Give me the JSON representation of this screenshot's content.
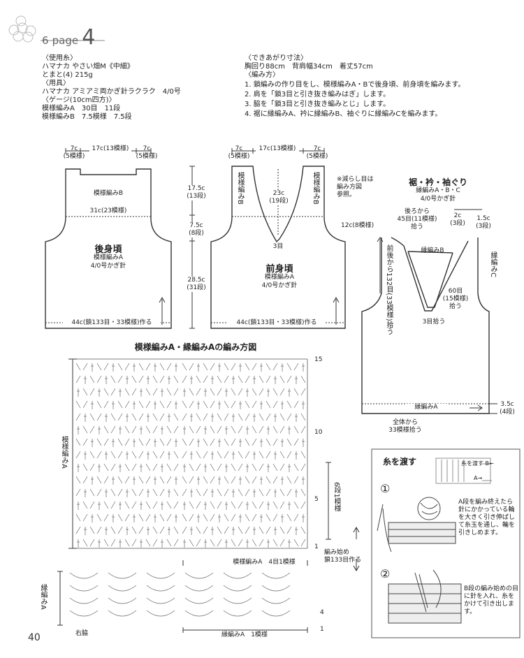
{
  "header": {
    "page_label": "page",
    "page_num_small": "6",
    "page_num_big": "4"
  },
  "materials": {
    "label_yarn": "〈使用糸〉",
    "yarn_name": "ハマナカ やさい畑M《中細》",
    "yarn_color": "とまと(4) 215g",
    "label_tool": "〈用具〉",
    "tool": "ハマナカ アミアミ両かぎ針ラクラク　4/0号",
    "label_gauge": "〈ゲージ(10cm四方)〉",
    "gauge_a": "模様編みA　30目　11段",
    "gauge_b": "模様編みB　7.5模様　7.5段"
  },
  "finish": {
    "label_size": "〈できあがり寸法〉",
    "size": "胸回り88cm　背肩幅34cm　着丈57cm",
    "label_method": "〈編み方〉",
    "steps": [
      "1. 鎖編みの作り目をし、模様編みA・Bで後身頃、前身頃を編みます。",
      "2. 肩を「鎖3目と引き抜き編みはぎ」します。",
      "3. 脇を「鎖3目と引き抜き編みとじ」します。",
      "4. 裾に縁編みA、衿に縁編みB、袖ぐりに縁編みCを編みます。"
    ]
  },
  "back": {
    "dim_left": "7c\n(5模様)",
    "dim_mid": "17c(13模様)",
    "dim_right": "7c\n(5模様)",
    "pattern_b": "模様編みB",
    "width_31": "31c(23模様)",
    "title": "後身頃",
    "pattern_a": "模様編みA",
    "hook": "4/0号かぎ針",
    "bottom": "44c(鎖133目・33模様)作る"
  },
  "heights": {
    "h1": "17.5c",
    "h1s": "(13段)",
    "h2": "7.5c",
    "h2s": "(8段)",
    "h3": "28.5c",
    "h3s": "(31段)"
  },
  "front": {
    "dim_left": "7c\n(5模様)",
    "dim_mid": "17c(13模様)",
    "dim_right": "7c\n(5模様)",
    "pattern_b_vert": "模様編みB",
    "neck": "23c",
    "neck_s": "(19段)",
    "point": "3目",
    "title": "前身頃",
    "pattern_a": "模様編みA",
    "hook": "4/0号かぎ針",
    "bottom": "44c(鎖133目・33模様)作る"
  },
  "note": {
    "text": "※減らし目は\n編み方図\n参照。",
    "dec": "12c(8模様)"
  },
  "edging": {
    "title": "裾・衿・袖ぐり",
    "sub": "縁編みA・B・C",
    "hook": "4/0号かぎ針",
    "back_pick": "後ろから\n45目(11模様)\n拾う",
    "c2": "2c",
    "c2s": "(3段)",
    "c15": "1.5c",
    "c15s": "(3段)",
    "b_label": "縁編みB",
    "c_label": "縁編みC",
    "front_pick": "前後から132目(33模様)拾う",
    "pick60": "60目\n(15模様)\n拾う",
    "pick3": "3目拾う",
    "a_label": "縁編みA",
    "c35": "3.5c",
    "c35s": "(4段)",
    "all": "全体から\n33模様拾う"
  },
  "chart": {
    "title": "模様編みA・縁編みAの編み方図",
    "row15": "15",
    "row10": "10",
    "row5": "5",
    "row1": "1",
    "left_label": "模様編みA",
    "rep6": "6段1模様",
    "start": "編み始め\n鎖133目作る",
    "pattern_a_rep": "模様編みA　4目1模様",
    "edge_label": "縁編みA",
    "r4": "4",
    "r1": "1",
    "right_side": "右脇",
    "edge_rep": "縁編みA　1模様"
  },
  "inset": {
    "title": "糸を渡す",
    "legend_b": "糸を渡す B←",
    "legend_a": "A→",
    "step1": "①",
    "text1": "A段を編み終えたら針にかかっている輪を大きく引き伸ばして糸玉を通し、輪を引きしめます。",
    "step2": "②",
    "text2": "B段の編み始めの目に針を入れ、糸をかけて引き出します。"
  },
  "page_number": "40"
}
